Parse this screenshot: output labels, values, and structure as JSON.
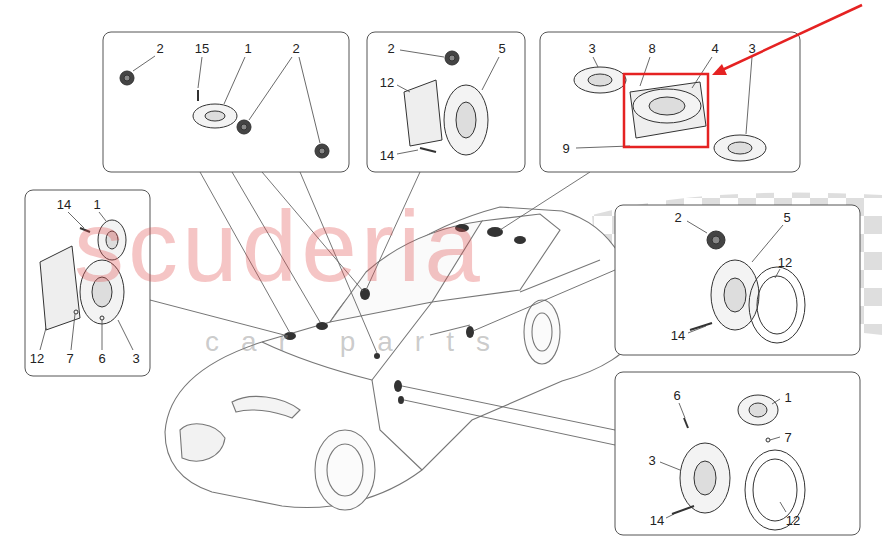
{
  "diagram": {
    "labels": [
      "2",
      "15",
      "1",
      "2",
      "2",
      "5",
      "12",
      "14",
      "3",
      "8",
      "4",
      "3",
      "9",
      "14",
      "1",
      "12",
      "7",
      "6",
      "3",
      "2",
      "5",
      "12",
      "14",
      "6",
      "1",
      "7",
      "3",
      "14",
      "12",
      "scuderia",
      "car parts"
    ]
  }
}
